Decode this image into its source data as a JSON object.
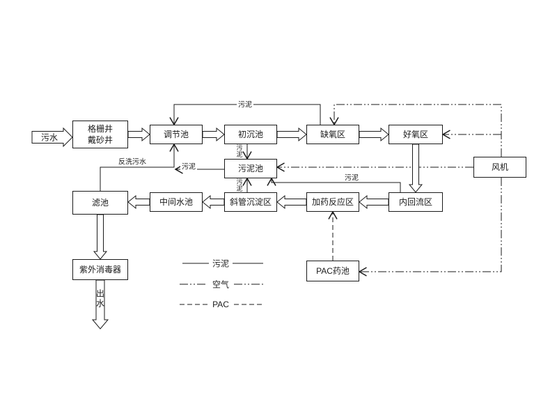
{
  "page": {
    "background": "#ffffff",
    "line_color": "#1a1a1a"
  },
  "boxes": {
    "grit_well_line1": "格栅井",
    "grit_well_line2": "戴砂井",
    "regulation_tank": "调节池",
    "primary_sedimentation_tank": "初沉池",
    "anoxic_zone": "缺氧区",
    "aerobic_zone": "好氧区",
    "fan": "风机",
    "sludge_tank": "污泥池",
    "filter_tank": "滤池",
    "intermediate_tank": "中间水池",
    "inclined_tube_zone": "斜管沉淀区",
    "dosing_reaction_zone": "加药反应区",
    "internal_reflux_zone": "内回流区",
    "uv_disinfector": "紫外消毒器",
    "pac_tank": "PAC药池"
  },
  "labels": {
    "inlet": "污水",
    "outlet": "出水",
    "sludge": "污泥",
    "backwash": "反洗污水"
  },
  "legend": {
    "sludge": "污泥",
    "air": "空气",
    "pac": "PAC"
  }
}
